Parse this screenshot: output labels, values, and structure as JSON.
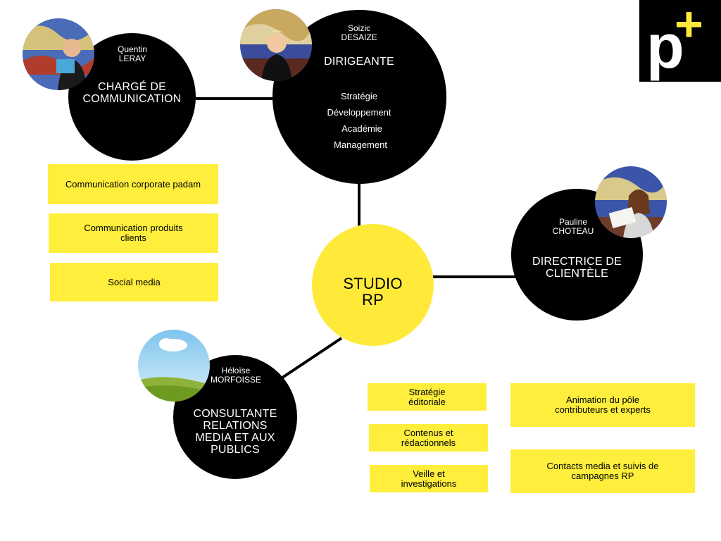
{
  "colors": {
    "black": "#000000",
    "yellow": "#ffea3a",
    "box_yellow": "#ffee3c"
  },
  "logo": {
    "letter": "p",
    "plus": "+",
    "icon": "padam-logo-icon"
  },
  "center": {
    "line1": "STUDIO",
    "line2": "RP"
  },
  "dirigeante": {
    "first": "Soizic",
    "last": "DESAIZE",
    "role": "DIRIGEANTE",
    "tasks": [
      "Stratégie",
      "Développement",
      "Académie",
      "Management"
    ]
  },
  "communication": {
    "first": "Quentin",
    "last": "LERAY",
    "role_line1": "CHARGÉ DE",
    "role_line2": "COMMUNICATION",
    "boxes": [
      "Communication corporate padam",
      "Communication produits clients",
      "Social media"
    ]
  },
  "clientele": {
    "first": "Pauline",
    "last": "CHOTEAU",
    "role_line1": "DIRECTRICE DE",
    "role_line2": "CLIENTÈLE"
  },
  "consultante": {
    "first": "Héloïse",
    "last": "MORFOISSE",
    "role_lines": [
      "CONSULTANTE",
      "RELATIONS",
      "MEDIA ET AUX",
      "PUBLICS"
    ],
    "boxes_left": [
      "Stratégie éditoriale",
      "Contenus et rédactionnels",
      "Veille et investigations"
    ],
    "boxes_right": [
      "Animation du pôle contributeurs et experts",
      "Contacts media et suivis de campagnes RP"
    ]
  }
}
